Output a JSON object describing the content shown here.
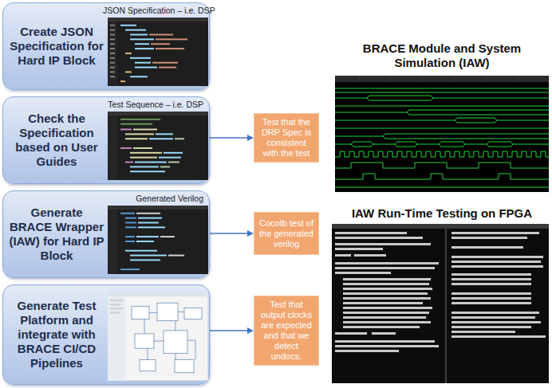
{
  "diagram": {
    "nodes": [
      {
        "text": [
          "Create JSON Specification for Hard IP Block",
          "JSON Specification – i.e. DSP"
        ]
      },
      {
        "text": [
          "Check the Specification based on User Guides",
          "Test Sequence – i.e. DSP"
        ]
      },
      {
        "text": [
          "Generate BRACE Wrapper (IAW) for Hard IP Block",
          "Generated Verilog"
        ]
      },
      {
        "text": [
          "Generate Test Platform and integrate with BRACE CI/CD Pipelines"
        ]
      },
      {
        "text": [
          "Test that the DRP Spec is consistent with the test"
        ]
      },
      {
        "text": [
          "Cocotb test of the generated verilog"
        ]
      },
      {
        "text": [
          "Test that output clocks are expected and that we detect undocs."
        ]
      }
    ],
    "edges": [
      {
        "from": 1,
        "to": 4,
        "arrow": "to"
      },
      {
        "from": 2,
        "to": 5,
        "arrow": "to"
      },
      {
        "from": 3,
        "to": 6,
        "arrow": "to"
      }
    ],
    "labels": [
      "BRACE Module and System Simulation (IAW)",
      "IAW Run-Time Testing on FPGA"
    ]
  }
}
